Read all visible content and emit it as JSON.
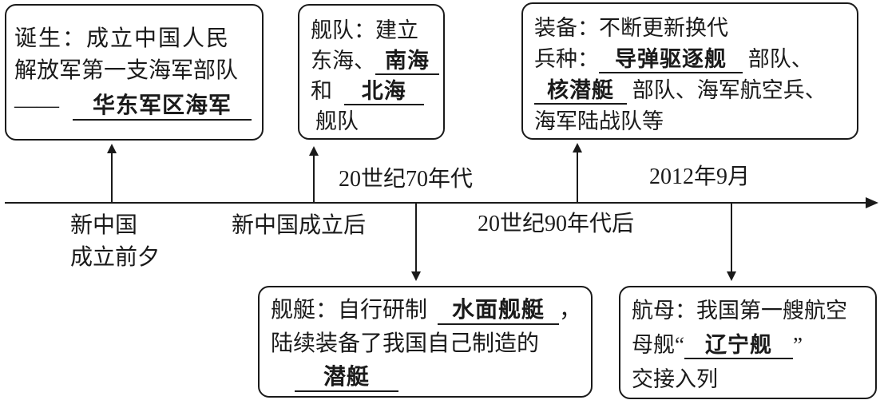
{
  "boxes": {
    "birth": {
      "line1": "诞生：成立中国人民",
      "line2": "解放军第一支海军部队",
      "dash": "——",
      "blank_navy": "华东军区海军"
    },
    "fleet": {
      "line1": "舰队：建立",
      "east_sea": "东海、",
      "blank_south": "南海",
      "and_word": "和",
      "blank_north": "北海",
      "line4": "舰队"
    },
    "equipment": {
      "line1": "装备：不断更新换代",
      "branch_label": "兵种：",
      "blank_destroyer": "导弹驱逐舰",
      "troops1": "部队、",
      "blank_nuclear_sub": "核潜艇",
      "troops2": "部队、海军航空兵、",
      "line4": "海军陆战队等"
    },
    "vessel": {
      "line1_prefix": "舰艇：自行研制",
      "blank_surface": "水面舰艇",
      "comma": "，",
      "line2": "陆续装备了我国自己制造的",
      "blank_submarine": "潜艇"
    },
    "carrier": {
      "line1": "航母：我国第一艘航空",
      "line2_prefix": "母舰“",
      "blank_liaoning": "辽宁舰",
      "line2_suffix": "”",
      "line3": "交接入列"
    }
  },
  "timeline": {
    "label_pre_founding_line1": "新中国",
    "label_pre_founding_line2": "成立前夕",
    "label_after_founding": "新中国成立后",
    "label_1970s": "20世纪70年代",
    "label_1990s": "20世纪90年代后",
    "label_2012": "2012年9月"
  },
  "colors": {
    "ink": "#1a1a1a",
    "background": "#ffffff"
  }
}
